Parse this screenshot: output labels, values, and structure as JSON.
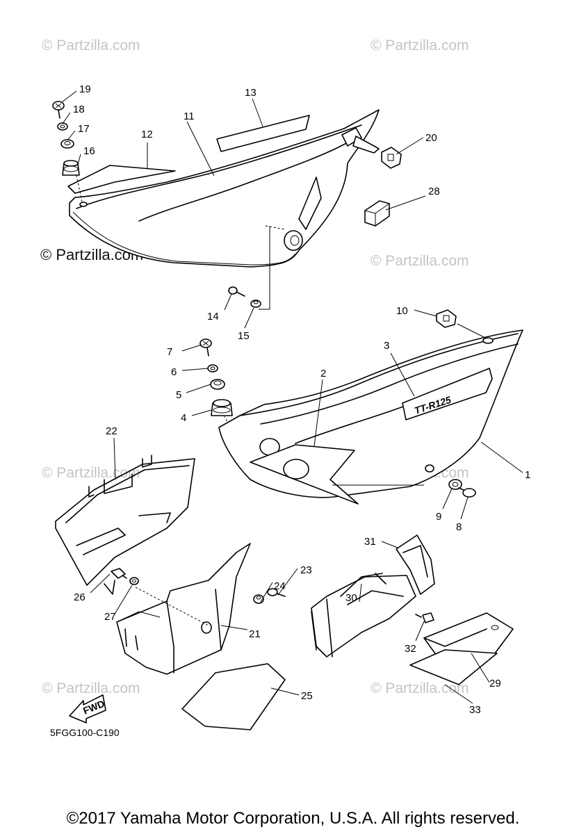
{
  "watermarks": {
    "text": "© Partzilla.com"
  },
  "callouts": [
    "1",
    "2",
    "3",
    "4",
    "5",
    "6",
    "7",
    "8",
    "9",
    "10",
    "11",
    "12",
    "13",
    "14",
    "15",
    "16",
    "17",
    "18",
    "19",
    "20",
    "21",
    "22",
    "23",
    "24",
    "25",
    "26",
    "27",
    "28",
    "29",
    "30",
    "31",
    "32",
    "33"
  ],
  "decal_logo": "TT-R125",
  "fwd_label": "FWD",
  "diagram_code": "5FGG100-C190",
  "copyright": "©2017 Yamaha Motor Corporation, U.S.A. All rights reserved."
}
